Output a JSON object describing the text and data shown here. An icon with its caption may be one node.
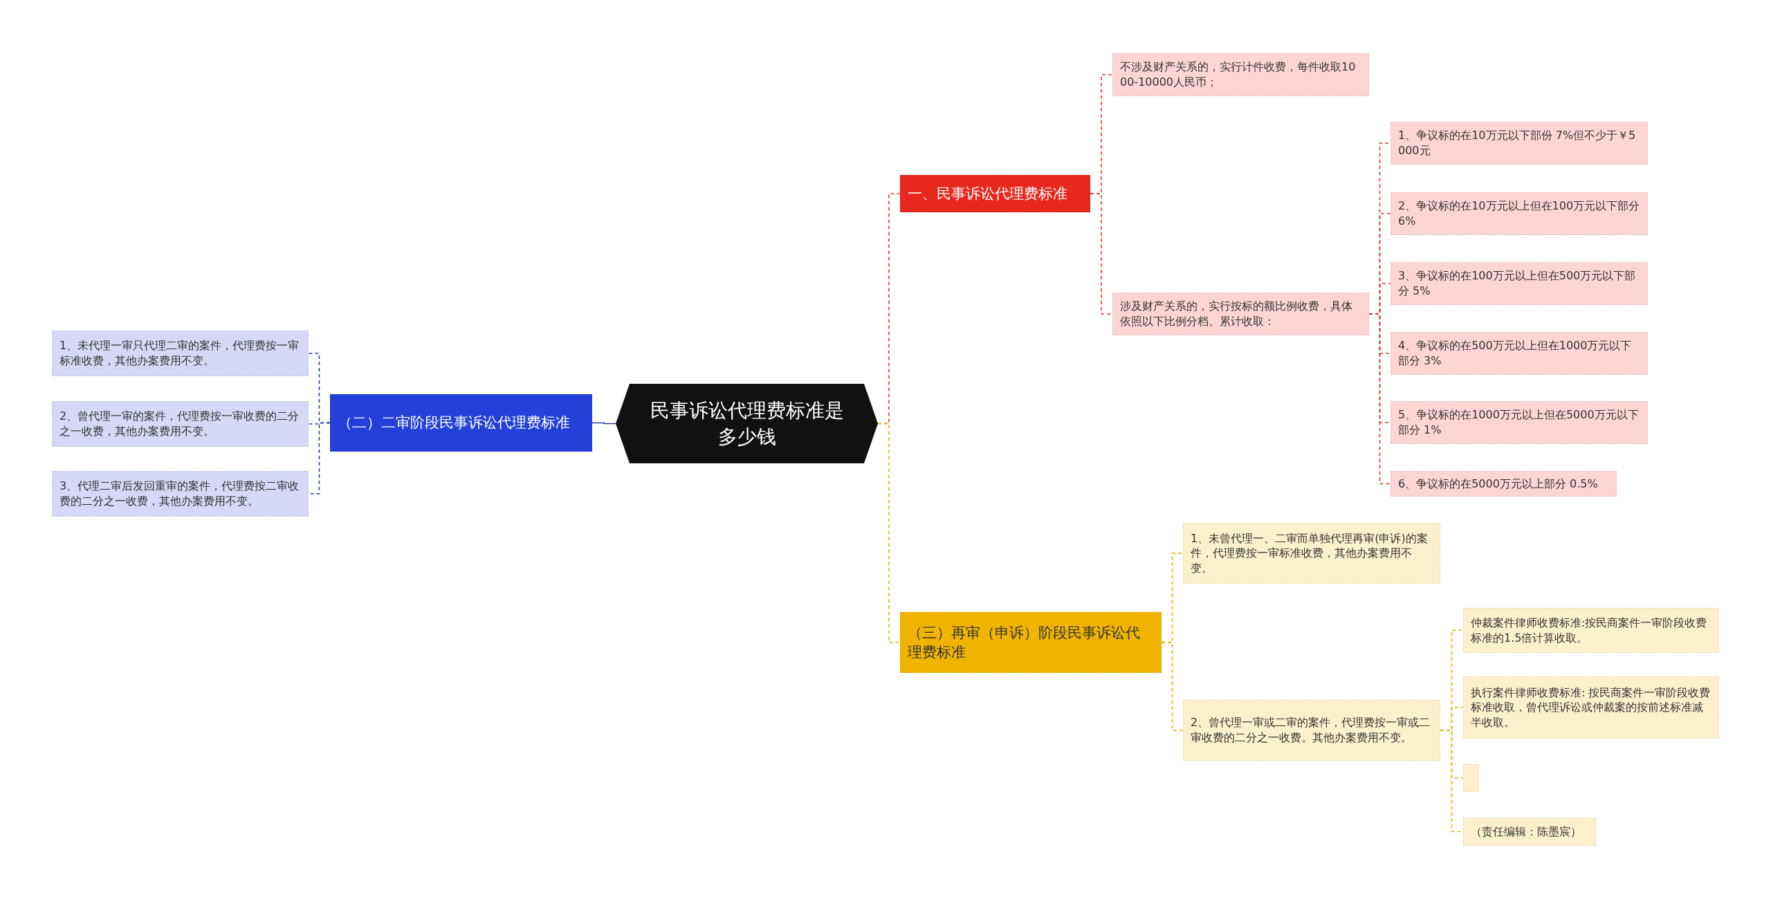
{
  "diagram": {
    "nodes": [
      {
        "text": [
          "民事诉讼代理费标准是多少钱"
        ]
      },
      {
        "text": [
          "一、民事诉讼代理费标准"
        ]
      },
      {
        "text": [
          "不涉及财产关系的，实行计件收费，每件收取1000-10000人民币；"
        ]
      },
      {
        "text": [
          "涉及财产关系的，实行按标的额比例收费，具体依照以下比例分档、累计收取："
        ]
      },
      {
        "text": [
          "1、争议标的在10万元以下部份 7%但不少于￥5000元"
        ]
      },
      {
        "text": [
          "2、争议标的在10万元以上但在100万元以下部分 6%"
        ]
      },
      {
        "text": [
          "3、争议标的在100万元以上但在500万元以下部分 5%"
        ]
      },
      {
        "text": [
          "4、争议标的在500万元以上但在1000万元以下部分 3%"
        ]
      },
      {
        "text": [
          "5、争议标的在1000万元以上但在5000万元以下部分 1%"
        ]
      },
      {
        "text": [
          "6、争议标的在5000万元以上部分 0.5%"
        ]
      },
      {
        "text": [
          "（二）二审阶段民事诉讼代理费标准"
        ]
      },
      {
        "text": [
          "1、未代理一审只代理二审的案件，代理费按一审标准收费，其他办案费用不变。"
        ]
      },
      {
        "text": [
          "2、曾代理一审的案件，代理费按一审收费的二分之一收费，其他办案费用不变。"
        ]
      },
      {
        "text": [
          "3、代理二审后发回重审的案件，代理费按二审收费的二分之一收费，其他办案费用不变。"
        ]
      },
      {
        "text": [
          "（三）再审（申诉）阶段民事诉讼代理费标准"
        ]
      },
      {
        "text": [
          "1、未曾代理一、二审而单独代理再审(申诉)的案件，代理费按一审标准收费，其他办案费用不变。"
        ]
      },
      {
        "text": [
          "2、曾代理一审或二审的案件，代理费按一审或二审收费的二分之一收费。其他办案费用不变。"
        ]
      },
      {
        "text": [
          "仲裁案件律师收费标准:按民商案件一审阶段收费标准的1.5倍计算收取。"
        ]
      },
      {
        "text": [
          "执行案件律师收费标准: 按民商案件一审阶段收费标准收取，曾代理诉讼或仲裁案的按前述标准减半收取。"
        ]
      },
      {
        "text": [],
        "shape": "box"
      },
      {
        "text": [
          "（责任编辑：陈墨宸）"
        ]
      }
    ],
    "edges": [
      {
        "from": 0,
        "to": 1,
        "arrow": "none",
        "style": "dashed",
        "color": "#d83a2e"
      },
      {
        "from": 1,
        "to": 2,
        "arrow": "none",
        "style": "dashed",
        "color": "#d83a2e"
      },
      {
        "from": 1,
        "to": 3,
        "arrow": "none",
        "style": "dashed",
        "color": "#d83a2e"
      },
      {
        "from": 3,
        "to": 4,
        "arrow": "none",
        "style": "dashed",
        "color": "#d83a2e"
      },
      {
        "from": 3,
        "to": 5,
        "arrow": "none",
        "style": "dashed",
        "color": "#d83a2e"
      },
      {
        "from": 3,
        "to": 6,
        "arrow": "none",
        "style": "dashed",
        "color": "#d83a2e"
      },
      {
        "from": 3,
        "to": 7,
        "arrow": "none",
        "style": "dashed",
        "color": "#d83a2e"
      },
      {
        "from": 3,
        "to": 8,
        "arrow": "none",
        "style": "dashed",
        "color": "#d83a2e"
      },
      {
        "from": 3,
        "to": 9,
        "arrow": "none",
        "style": "dashed",
        "color": "#d83a2e"
      },
      {
        "from": 0,
        "to": 10,
        "arrow": "none",
        "color": "#2a3db0"
      },
      {
        "from": 10,
        "to": 11,
        "arrow": "none",
        "style": "dashed",
        "color": "#2a3db0"
      },
      {
        "from": 10,
        "to": 12,
        "arrow": "none",
        "style": "dashed",
        "color": "#2a3db0"
      },
      {
        "from": 10,
        "to": 13,
        "arrow": "none",
        "style": "dashed",
        "color": "#2a3db0"
      },
      {
        "from": 0,
        "to": 14,
        "arrow": "none",
        "style": "dashed",
        "color": "#e6b000"
      },
      {
        "from": 14,
        "to": 15,
        "arrow": "none",
        "style": "dashed",
        "color": "#e6b000"
      },
      {
        "from": 14,
        "to": 16,
        "arrow": "none",
        "style": "dashed",
        "color": "#e6b000"
      },
      {
        "from": 16,
        "to": 17,
        "arrow": "none",
        "style": "dashed",
        "color": "#e6b000"
      },
      {
        "from": 16,
        "to": 18,
        "arrow": "none",
        "style": "dashed",
        "color": "#e6b000"
      },
      {
        "from": 16,
        "to": 19,
        "arrow": "none",
        "style": "dashed",
        "color": "#e6b000"
      },
      {
        "from": 16,
        "to": 20,
        "arrow": "none",
        "style": "dashed",
        "color": "#e6b000"
      }
    ]
  }
}
